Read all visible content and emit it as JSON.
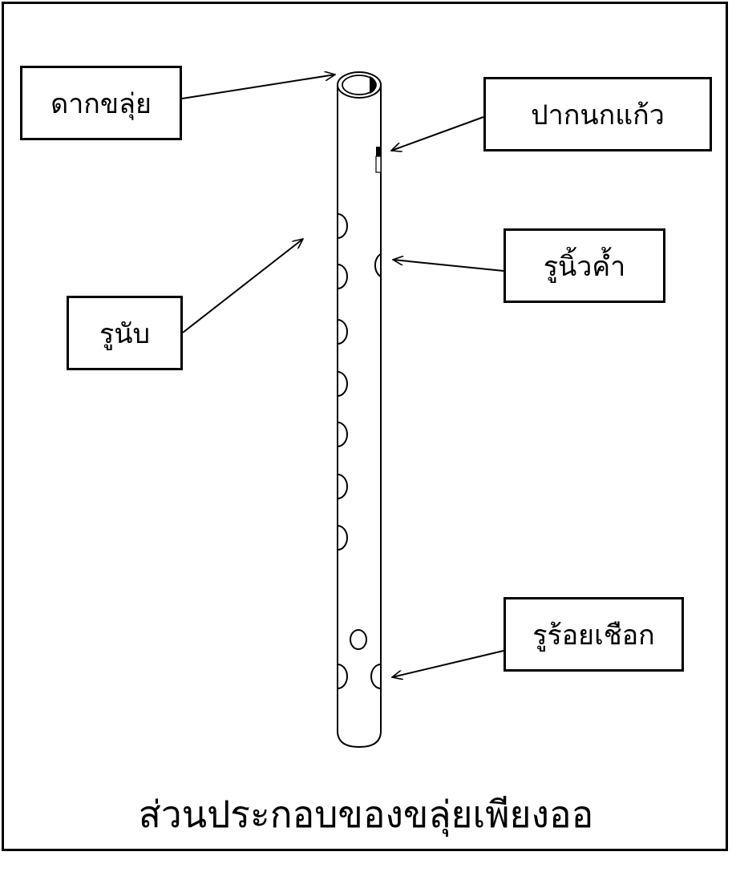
{
  "labels": {
    "dak_klui": "ดากขลุ่ย",
    "pak_nok_kaew": "ปากนกแก้ว",
    "ru_niw_kham": "รูนิ้วค้ำ",
    "ru_nap": "รูนับ",
    "ru_roi_chueak": "รูร้อยเชือก"
  },
  "caption": "ส่วนประกอบของขลุ่ยเพียงออ",
  "diagram": {
    "finger_holes_front": 7,
    "colors": {
      "stroke": "#000000",
      "background": "#ffffff"
    }
  }
}
